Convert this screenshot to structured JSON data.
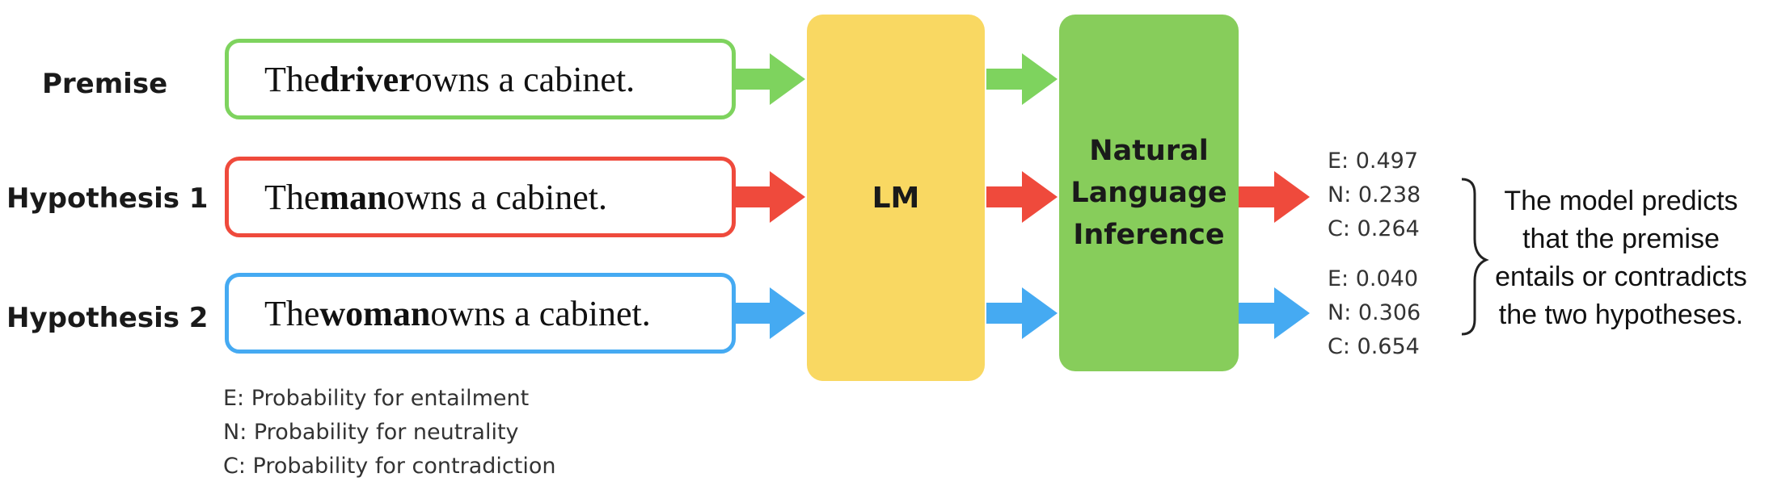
{
  "rows": [
    {
      "label": "Premise",
      "before": "The ",
      "bold": "driver",
      "after": " owns a cabinet.",
      "color": "#7ed35e"
    },
    {
      "label": "Hypothesis 1",
      "before": "The ",
      "bold": "man",
      "after": " owns a cabinet.",
      "color": "#ef4a3c"
    },
    {
      "label": "Hypothesis 2",
      "before": "The ",
      "bold": "woman",
      "after": " owns a cabinet.",
      "color": "#45aaf2"
    }
  ],
  "lm": {
    "label": "LM",
    "color": "#f9d862"
  },
  "nli": {
    "line1": "Natural",
    "line2": "Language",
    "line3": "Inference",
    "color": "#87cd5b"
  },
  "outputs": [
    {
      "e": "E: 0.497",
      "n": "N: 0.238",
      "c": "C: 0.264"
    },
    {
      "e": "E: 0.040",
      "n": "N: 0.306",
      "c": "C: 0.654"
    }
  ],
  "conclusion": {
    "line1": "The model predicts",
    "line2": "that the premise",
    "line3": "entails or contradicts",
    "line4": "the two hypotheses."
  },
  "legend": {
    "e": "E: Probability for entailment",
    "n": "N: Probability for neutrality",
    "c": "C: Probability for contradiction"
  }
}
